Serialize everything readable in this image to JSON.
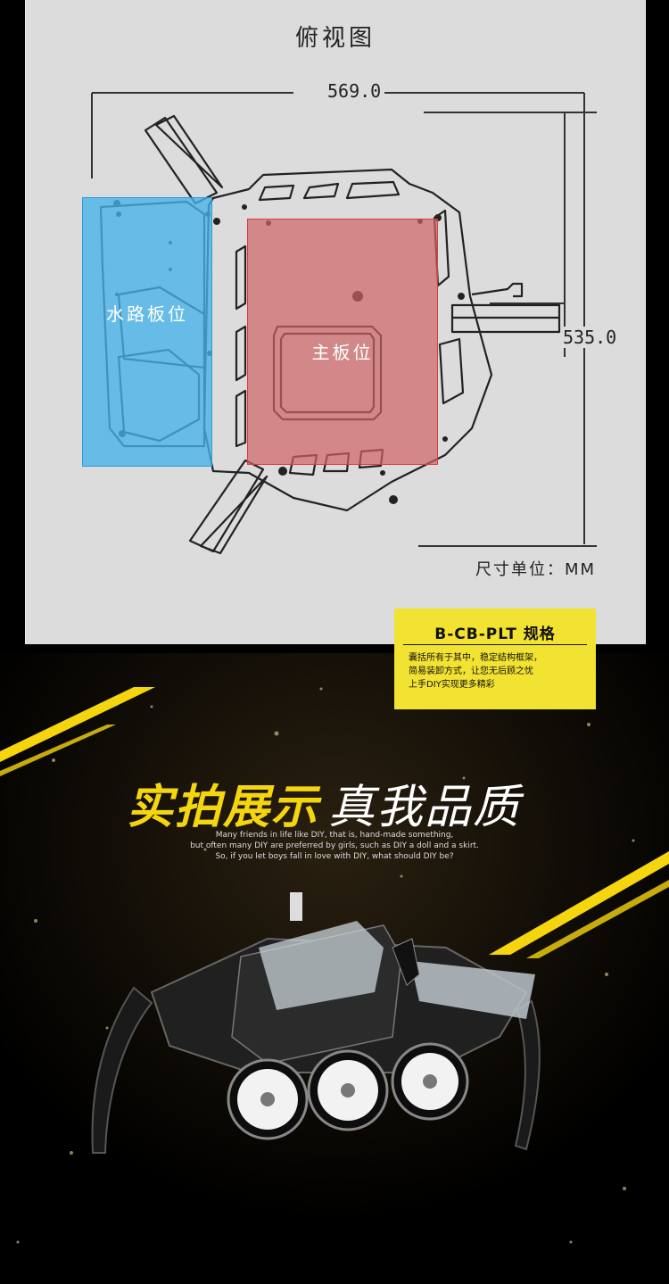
{
  "drawing": {
    "title": "俯视图",
    "width_dim": "569.0",
    "height_dim": "535.0",
    "unit_label": "尺寸单位：MM",
    "zone_water": "水路板位",
    "zone_mainboard": "主板位"
  },
  "spec_card": {
    "title": "B-CB-PLT 规格",
    "lines": [
      "囊括所有于其中，稳定结构框架，",
      "简易装卸方式，让您无后顾之忧",
      "上手DIY实现更多精彩"
    ]
  },
  "showcase": {
    "headline_yellow": "实拍展示",
    "headline_white": "真我品质",
    "english_lines": [
      "Many friends in life like DIY, that is, hand-made something,",
      "but often many DIY are preferred by girls, such as DIY a doll and a skirt.",
      "So, if you let boys fall in love with DIY, what should DIY be?"
    ]
  },
  "colors": {
    "accent_yellow": "#f5d60e",
    "water_zone": "#46b4eb",
    "mainboard_zone": "#cd6464"
  }
}
